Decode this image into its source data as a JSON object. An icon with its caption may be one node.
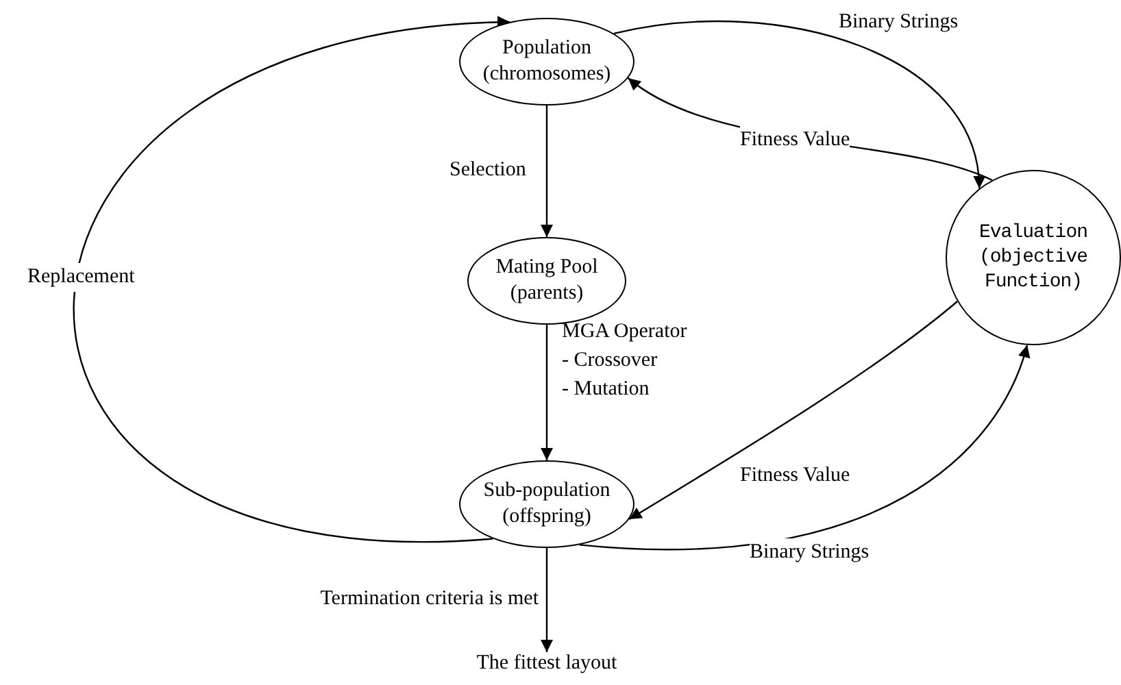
{
  "diagram": {
    "nodes": [
      {
        "text": [
          "Population (chromosomes)"
        ]
      },
      {
        "text": [
          "Mating Pool (parents)"
        ]
      },
      {
        "text": [
          "Sub-population (offspring)"
        ]
      },
      {
        "text": [
          "Evaluation (objective Function)"
        ]
      },
      {
        "text": [
          "The fittest layout"
        ]
      }
    ],
    "edges": [
      {
        "from": 0,
        "to": 3,
        "arrow": "to",
        "label": "Binary Strings"
      },
      {
        "from": 3,
        "to": 0,
        "arrow": "to",
        "label": "Fitness Value"
      },
      {
        "from": 0,
        "to": 1,
        "arrow": "to",
        "label": "Selection"
      },
      {
        "from": 1,
        "to": 2,
        "arrow": "to",
        "label": "MGA Operator - Crossover - Mutation"
      },
      {
        "from": 3,
        "to": 2,
        "arrow": "to",
        "label": "Fitness Value"
      },
      {
        "from": 2,
        "to": 3,
        "arrow": "to",
        "label": "Binary Strings"
      },
      {
        "from": 2,
        "to": 0,
        "arrow": "to",
        "label": "Replacement"
      },
      {
        "from": 2,
        "to": 4,
        "arrow": "to",
        "label": "Termination criteria is met"
      }
    ]
  }
}
